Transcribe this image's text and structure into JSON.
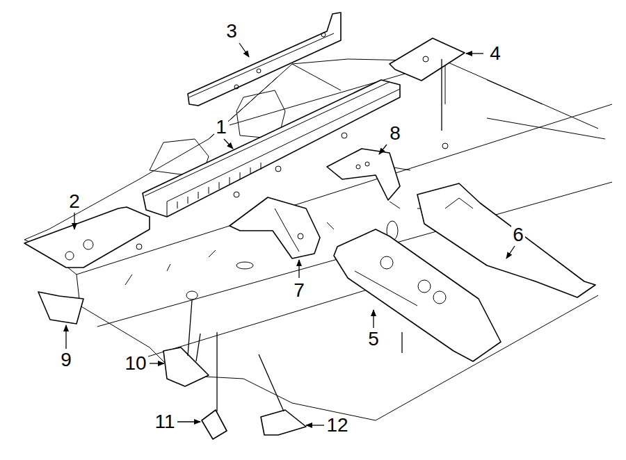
{
  "diagram": {
    "labels": [
      "3",
      "4",
      "1",
      "8",
      "2",
      "7",
      "6",
      "5",
      "9",
      "10",
      "11",
      "12"
    ]
  }
}
